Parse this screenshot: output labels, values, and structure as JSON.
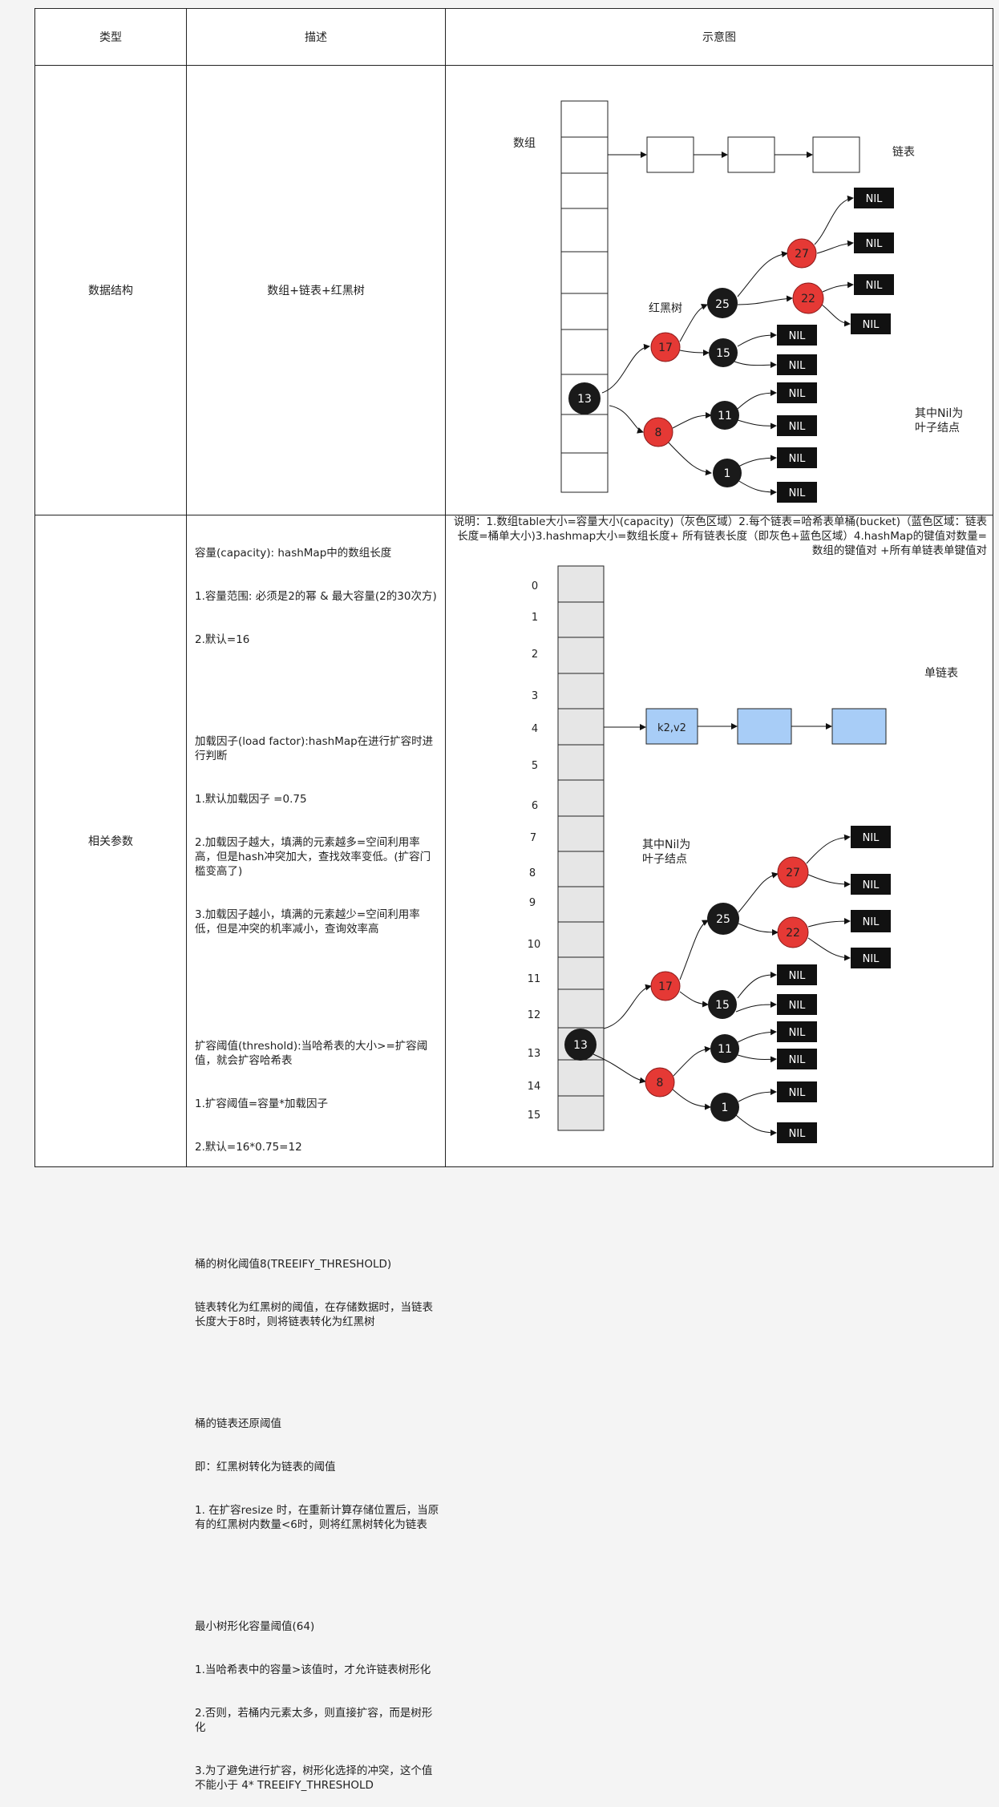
{
  "table": {
    "headers": {
      "type": "类型",
      "desc": "描述",
      "diagram": "示意图"
    },
    "rows": [
      {
        "type": "数据结构",
        "desc": "数组+链表+红黑树"
      },
      {
        "type": "相关参数"
      }
    ]
  },
  "params": {
    "capacity": [
      "容量(capacity): hashMap中的数组长度",
      "1.容量范围: 必须是2的幂 & 最大容量(2的30次方)",
      "2.默认=16"
    ],
    "load_factor": [
      "加载因子(load factor):hashMap在进行扩容时进行判断",
      "1.默认加载因子 =0.75",
      "2.加载因子越大，填满的元素越多=空间利用率高，但是hash冲突加大，查找效率变低。(扩容门槛变高了)",
      "3.加载因子越小，填满的元素越少=空间利用率低，但是冲突的机率减小，查询效率高"
    ],
    "threshold": [
      "扩容阈值(threshold):当哈希表的大小>=扩容阈值，就会扩容哈希表",
      "1.扩容阈值=容量*加载因子",
      "2.默认=16*0.75=12"
    ],
    "treeify": [
      "桶的树化阈值8(TREEIFY_THRESHOLD)",
      "链表转化为红黑树的阈值，在存储数据时，当链表长度大于8时，则将链表转化为红黑树"
    ],
    "untreeify": [
      "桶的链表还原阈值",
      "即：红黑树转化为链表的阈值",
      "1. 在扩容resize 时，在重新计算存储位置后，当原有的红黑树内数量<6时，则将红黑树转化为链表"
    ],
    "min_capacity": [
      "最小树形化容量阈值(64)",
      "1.当哈希表中的容量>该值时，才允许链表树形化",
      "2.否则，若桶内元素太多，则直接扩容，而是树形化",
      "3.为了避免进行扩容，树形化选择的冲突，这个值不能小于 4* TREEIFY_THRESHOLD"
    ]
  },
  "diagram1": {
    "array_label": "数组",
    "list_label": "链表",
    "tree_label": "红黑树",
    "nil_note": [
      "其中Nil为",
      "叶子结点"
    ],
    "nil": "NIL",
    "nodes": {
      "root": "13",
      "n17": "17",
      "n8": "8",
      "n25": "25",
      "n15": "15",
      "n11": "11",
      "n1": "1",
      "n27": "27",
      "n22": "22"
    }
  },
  "diagram2": {
    "explain": "说明：1.数组table大小=容量大小(capacity)（灰色区域）2.每个链表=哈希表单桶(bucket)（蓝色区域：链表长度=桶单大小)3.hashmap大小=数组长度+ 所有链表长度（即灰色+蓝色区域）4.hashMap的键值对数量=数组的键值对 +所有单链表单键值对",
    "indices": [
      "0",
      "1",
      "2",
      "3",
      "4",
      "5",
      "6",
      "7",
      "8",
      "9",
      "10",
      "11",
      "12",
      "13",
      "14",
      "15"
    ],
    "list_label": "单链表",
    "first_node": "k2,v2",
    "nil_note": [
      "其中Nil为",
      "叶子结点"
    ],
    "nil": "NIL",
    "nodes": {
      "root": "13",
      "n17": "17",
      "n8": "8",
      "n25": "25",
      "n15": "15",
      "n11": "11",
      "n1": "1",
      "n27": "27",
      "n22": "22"
    }
  },
  "colors": {
    "red_node": "#e53935",
    "black_node": "#1a1a1a",
    "gray_bucket": "#e6e6e6",
    "blue_bucket": "#a8cdf7"
  }
}
